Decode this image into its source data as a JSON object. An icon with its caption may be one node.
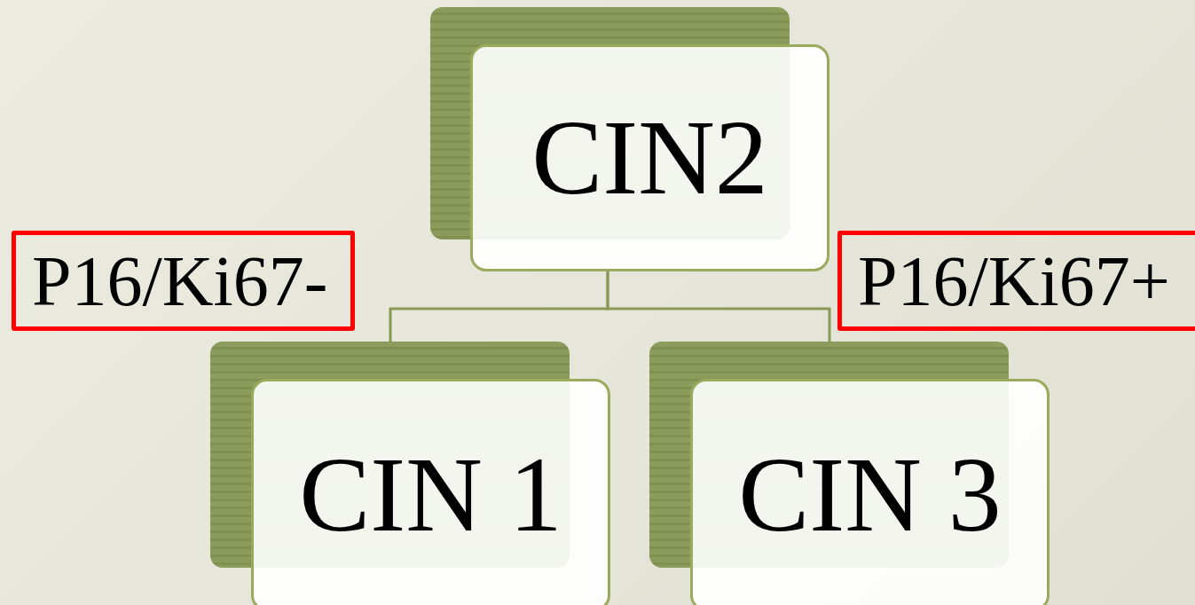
{
  "diagram": {
    "nodes": [
      {
        "text": [
          "CIN2"
        ]
      },
      {
        "text": [
          "CIN 1"
        ]
      },
      {
        "text": [
          "CIN 3"
        ]
      },
      {
        "text": [
          "P16/Ki67-"
        ]
      },
      {
        "text": [
          "P16/Ki67+"
        ]
      }
    ],
    "edges": [
      {
        "from": 0,
        "to": 1,
        "arrow": "none"
      },
      {
        "from": 0,
        "to": 2,
        "arrow": "none"
      }
    ]
  }
}
